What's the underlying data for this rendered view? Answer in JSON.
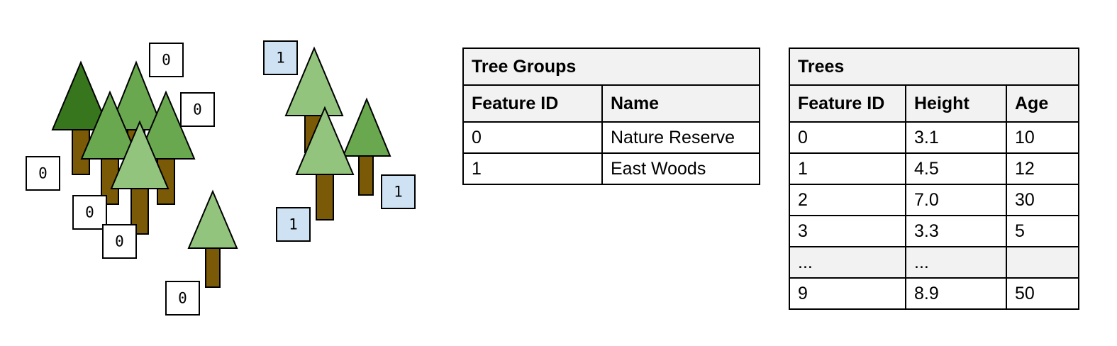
{
  "colors": {
    "trunk": "#7a5a06",
    "dark_green": "#38761d",
    "mid_green": "#6aa84f",
    "light_green": "#93c47d",
    "group0_badge": "#ffffff",
    "group1_badge": "#cfe2f3",
    "table_header_bg": "#f2f2f2"
  },
  "trees": [
    {
      "shade": "dark_green",
      "group": 0
    },
    {
      "shade": "mid_green",
      "group": 0
    },
    {
      "shade": "mid_green",
      "group": 0
    },
    {
      "shade": "mid_green",
      "group": 0
    },
    {
      "shade": "light_green",
      "group": 0
    },
    {
      "shade": "light_green",
      "group": 0
    },
    {
      "shade": "light_green",
      "group": 1
    },
    {
      "shade": "mid_green",
      "group": 1
    },
    {
      "shade": "light_green",
      "group": 1
    }
  ],
  "badges": [
    {
      "text": "0",
      "group": 0
    },
    {
      "text": "0",
      "group": 0
    },
    {
      "text": "0",
      "group": 0
    },
    {
      "text": "0",
      "group": 0
    },
    {
      "text": "0",
      "group": 0
    },
    {
      "text": "0",
      "group": 0
    },
    {
      "text": "1",
      "group": 1
    },
    {
      "text": "1",
      "group": 1
    },
    {
      "text": "1",
      "group": 1
    }
  ],
  "tree_groups_table": {
    "title": "Tree Groups",
    "headers": [
      "Feature ID",
      "Name"
    ],
    "rows": [
      [
        "0",
        "Nature Reserve"
      ],
      [
        "1",
        "East Woods"
      ]
    ]
  },
  "trees_table": {
    "title": "Trees",
    "headers": [
      "Feature ID",
      "Height",
      "Age"
    ],
    "rows": [
      [
        "0",
        "3.1",
        "10"
      ],
      [
        "1",
        "4.5",
        "12"
      ],
      [
        "2",
        "7.0",
        "30"
      ],
      [
        "3",
        "3.3",
        "5"
      ],
      [
        "...",
        "...",
        ""
      ],
      [
        "9",
        "8.9",
        "50"
      ]
    ]
  }
}
